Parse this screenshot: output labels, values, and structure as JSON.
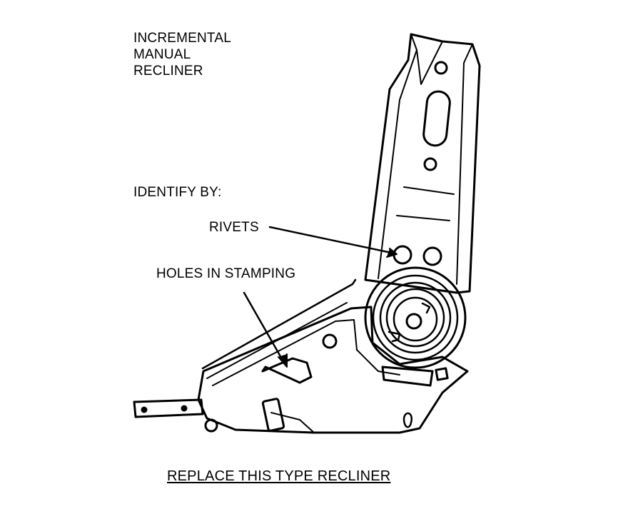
{
  "diagram": {
    "title_lines": [
      "INCREMENTAL",
      "MANUAL",
      "RECLINER"
    ],
    "identify_label": "IDENTIFY BY:",
    "callouts": {
      "rivets": "RIVETS",
      "holes": "HOLES IN STAMPING"
    },
    "footer_note": "REPLACE THIS TYPE RECLINER"
  }
}
